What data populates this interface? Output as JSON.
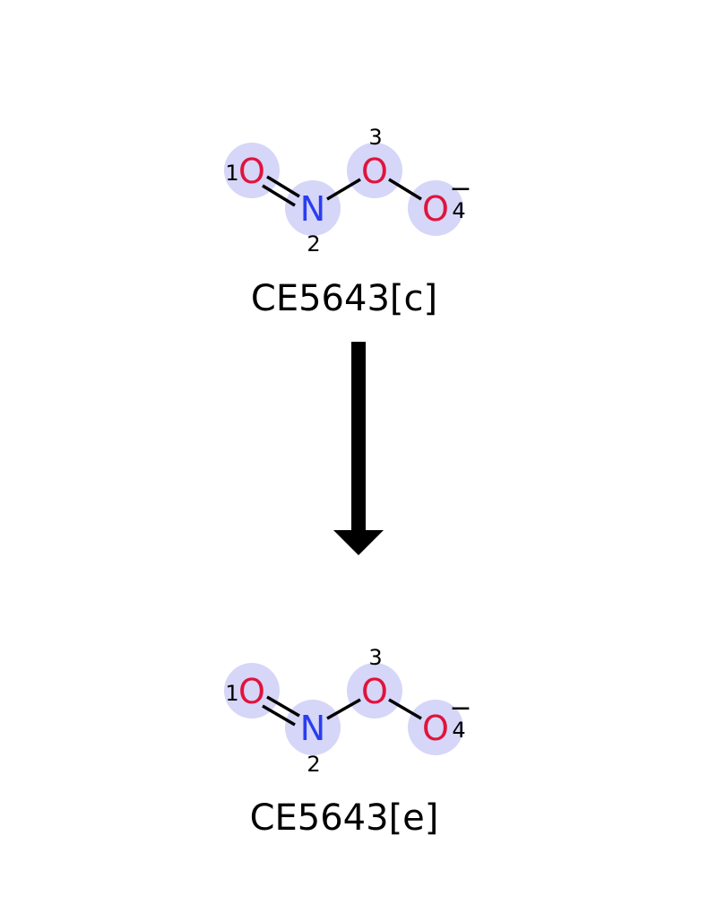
{
  "colors": {
    "oxygen": "#e0143c",
    "nitrogen": "#2a3df0",
    "highlight": "#d6d6f8",
    "bond": "#000000",
    "arrow": "#000000"
  },
  "reaction": {
    "reactant": {
      "label": "CE5643[c]",
      "atoms": [
        {
          "symbol": "O",
          "index": "1",
          "charge": ""
        },
        {
          "symbol": "N",
          "index": "2",
          "charge": ""
        },
        {
          "symbol": "O",
          "index": "3",
          "charge": ""
        },
        {
          "symbol": "O",
          "index": "4",
          "charge": "−"
        }
      ]
    },
    "product": {
      "label": "CE5643[e]",
      "atoms": [
        {
          "symbol": "O",
          "index": "1",
          "charge": ""
        },
        {
          "symbol": "N",
          "index": "2",
          "charge": ""
        },
        {
          "symbol": "O",
          "index": "3",
          "charge": ""
        },
        {
          "symbol": "O",
          "index": "4",
          "charge": "−"
        }
      ]
    },
    "arrow_icon": "down-arrow-icon"
  }
}
